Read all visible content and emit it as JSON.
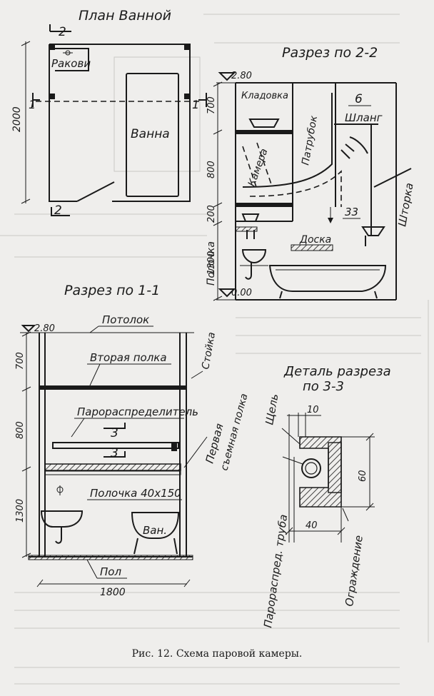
{
  "plan": {
    "title": "План Ванной",
    "label_sink": "Ракови",
    "label_bath": "Ванна",
    "dim_length": "2000",
    "section_2_top": "2",
    "section_2_bottom": "2",
    "section_1_left": "1",
    "section_1_right": "1"
  },
  "section_22": {
    "title": "Разрез по 2-2",
    "level_top": "2.80",
    "level_bottom": "0.00",
    "label_pantry": "Кладовка",
    "label_pipe": "Патрубок",
    "label_chamber": "Камера",
    "label_hose": "Шланг",
    "label_curtain": "Шторка",
    "label_board": "Доска",
    "label_shelf": "Полочка",
    "num_6": "6",
    "num_33": "33",
    "dims": [
      "700",
      "800",
      "200",
      "1300"
    ]
  },
  "section_11": {
    "title": "Разрез по 1-1",
    "level_top": "2.80",
    "label_ceiling": "Потолок",
    "label_post": "Стойка",
    "label_second_shelf": "Вторая полка",
    "label_distributor": "Парораспределитель",
    "label_first_shelf_1": "Первая",
    "label_first_shelf_2": "съемная полка",
    "label_small_shelf": "Полочка 40х150",
    "label_bath": "Ван.",
    "label_floor": "Пол",
    "section_3": "3",
    "dims": [
      "700",
      "800",
      "1300"
    ],
    "width": "1800"
  },
  "detail_33": {
    "title_1": "Деталь разреза",
    "title_2": "по 3-3",
    "label_gap": "Щель",
    "label_pipe": "Парораспред. труба",
    "label_fence": "Ограждение",
    "dim_10": "10",
    "dim_40": "40",
    "dim_60": "60"
  },
  "caption": "Рис. 12. Схема паровой камеры."
}
